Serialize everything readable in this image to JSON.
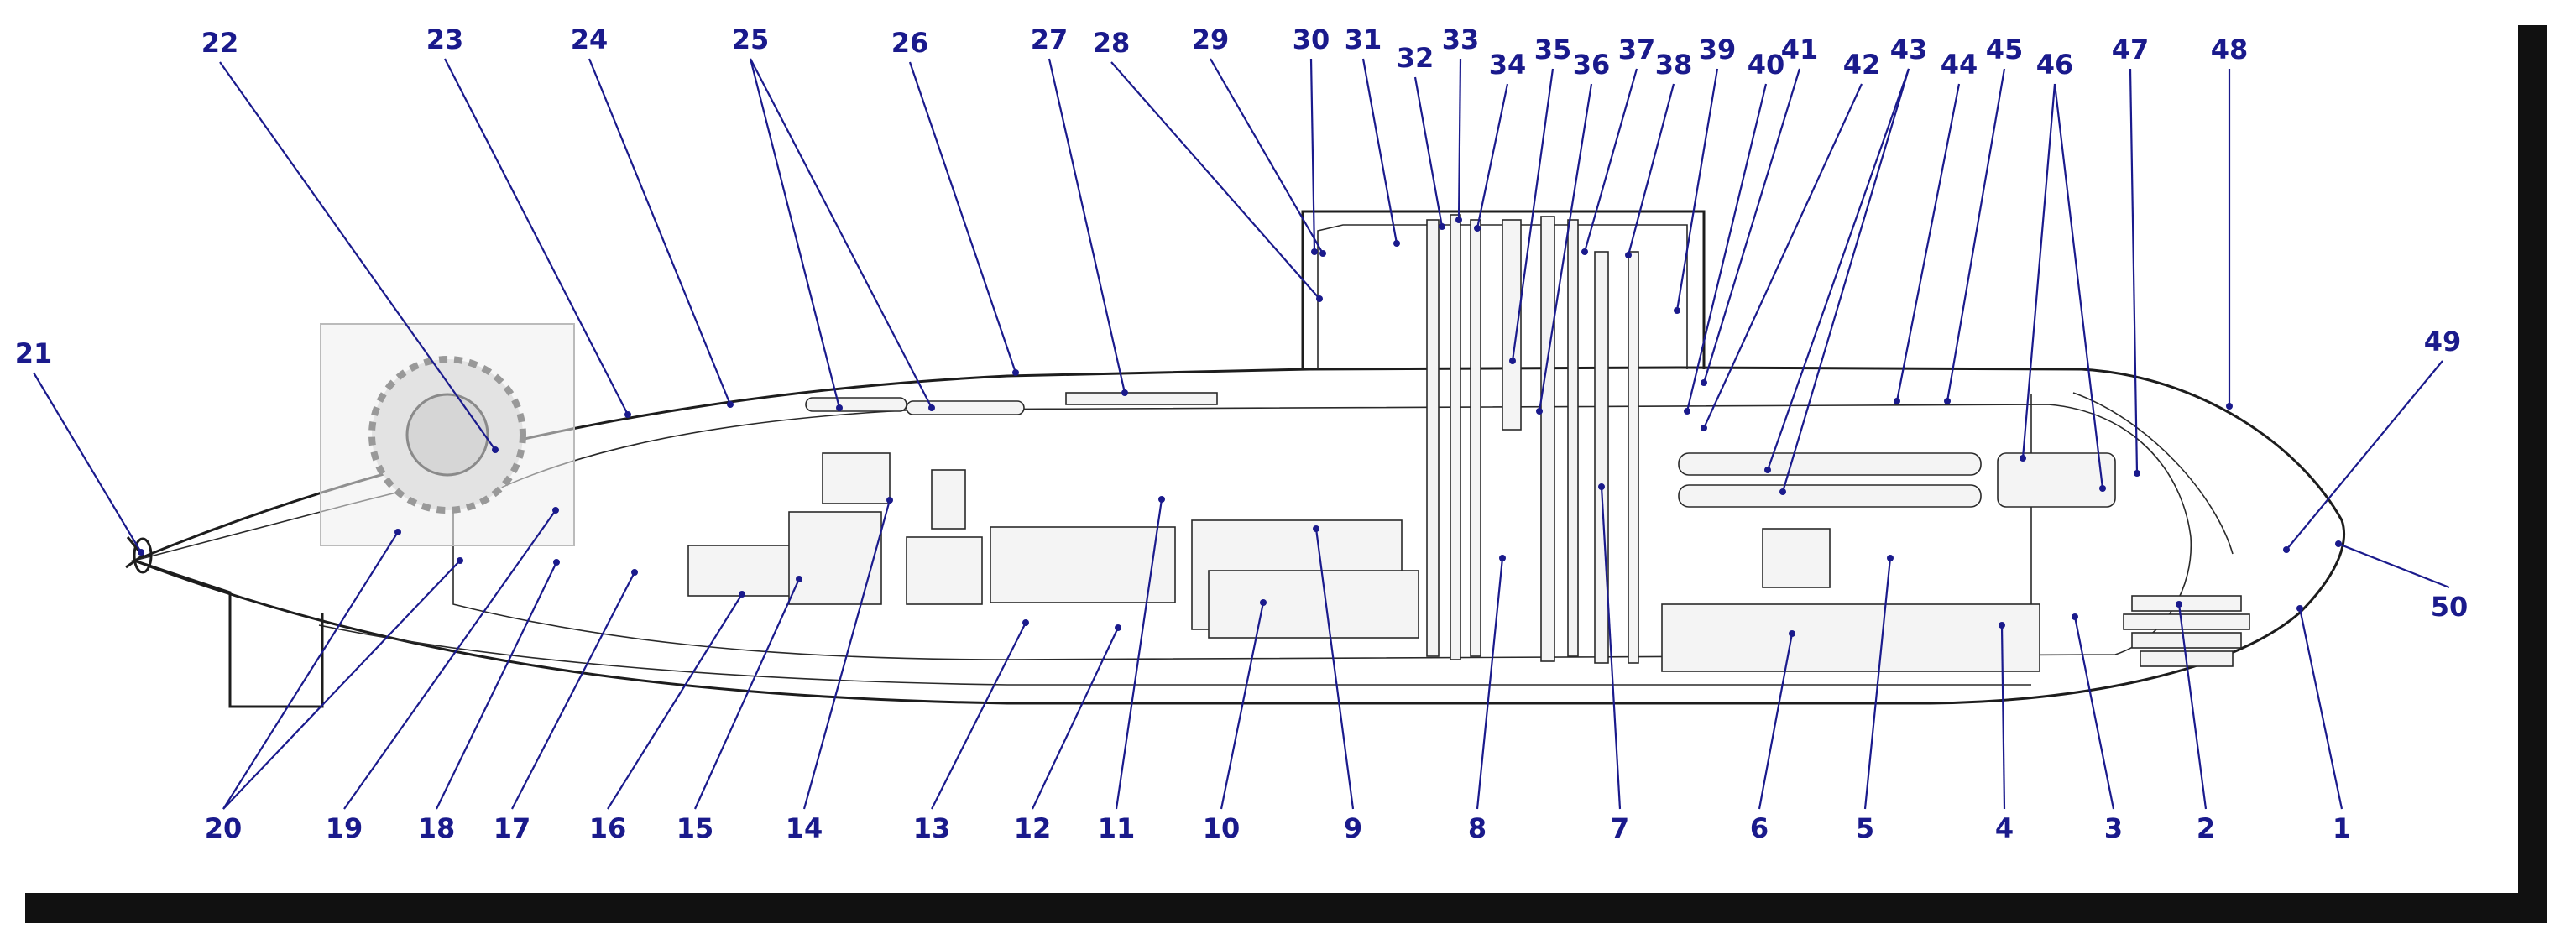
{
  "diagram": {
    "labels": [
      "1",
      "2",
      "3",
      "4",
      "5",
      "6",
      "7",
      "8",
      "9",
      "10",
      "11",
      "12",
      "13",
      "14",
      "15",
      "16",
      "17",
      "18",
      "19",
      "20",
      "21",
      "22",
      "23",
      "24",
      "25",
      "26",
      "27",
      "28",
      "29",
      "30",
      "31",
      "32",
      "33",
      "34",
      "35",
      "36",
      "37",
      "38",
      "39",
      "40",
      "41",
      "42",
      "43",
      "44",
      "45",
      "46",
      "47",
      "48",
      "49",
      "50"
    ],
    "watermark_icon": "gear-emblem-watermark",
    "colors": {
      "label": "#1a1a8c",
      "line_art": "#1d1d1d",
      "shadow": "#111111",
      "background": "#ffffff"
    }
  }
}
